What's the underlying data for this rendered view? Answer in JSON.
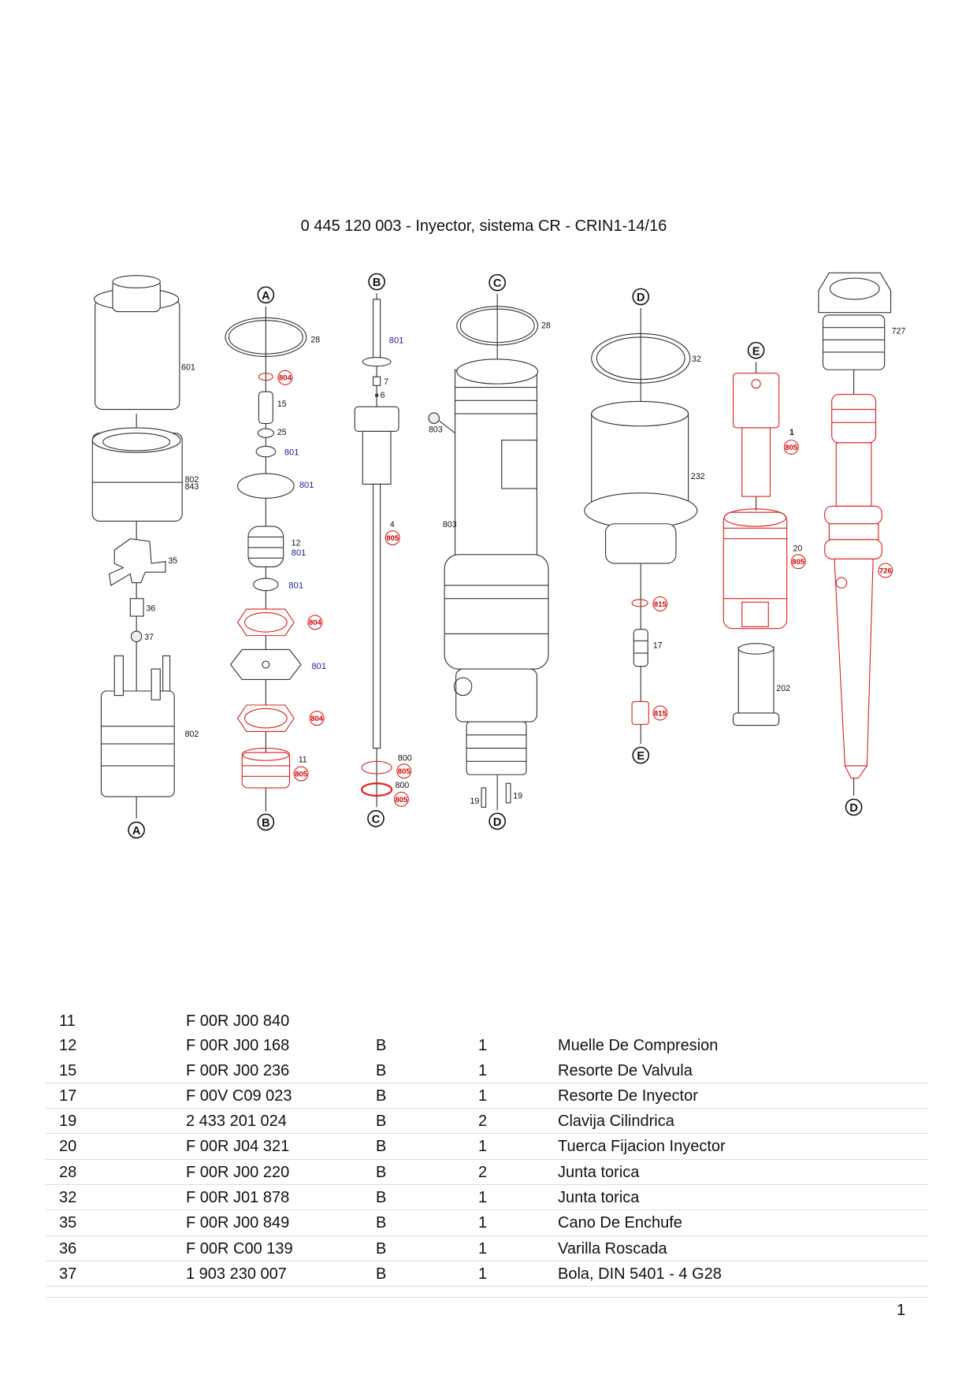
{
  "title": "0 445 120 003 - Inyector, sistema CR - CRIN1-14/16",
  "diagram": {
    "letters": [
      "A",
      "B",
      "C",
      "D",
      "E",
      "A",
      "B",
      "C",
      "D",
      "E",
      "D"
    ],
    "labels": [
      "601",
      "802",
      "843",
      "35",
      "36",
      "37",
      "802",
      "28",
      "15",
      "25",
      "12",
      "11",
      "7",
      "6",
      "4",
      "800",
      "800",
      "803",
      "803",
      "28",
      "19",
      "19",
      "32",
      "232",
      "17",
      "202",
      "1",
      "20",
      "727"
    ],
    "blue": [
      "801",
      "801",
      "801",
      "801",
      "801",
      "801"
    ],
    "red": [
      "804",
      "804",
      "804",
      "805",
      "805",
      "805",
      "805",
      "815",
      "815",
      "805",
      "805",
      "726"
    ],
    "colors": {
      "line": "#333333",
      "highlight": "#e02020",
      "blue_label": "#1a1aa8"
    }
  },
  "parts_table": {
    "rows": [
      {
        "pos": "11",
        "part": "F 00R J00 840",
        "code": "",
        "qty": "",
        "desc": ""
      },
      {
        "pos": "12",
        "part": "F 00R J00 168",
        "code": "B",
        "qty": "1",
        "desc": "Muelle De Compresion"
      },
      {
        "pos": "15",
        "part": "F 00R J00 236",
        "code": "B",
        "qty": "1",
        "desc": "Resorte De Valvula"
      },
      {
        "pos": "17",
        "part": "F 00V C09 023",
        "code": "B",
        "qty": "1",
        "desc": "Resorte De Inyector"
      },
      {
        "pos": "19",
        "part": "2 433 201 024",
        "code": "B",
        "qty": "2",
        "desc": "Clavija Cilindrica"
      },
      {
        "pos": "20",
        "part": "F 00R J04 321",
        "code": "B",
        "qty": "1",
        "desc": "Tuerca Fijacion Inyector"
      },
      {
        "pos": "28",
        "part": "F 00R J00 220",
        "code": "B",
        "qty": "2",
        "desc": "Junta torica"
      },
      {
        "pos": "32",
        "part": "F 00R J01 878",
        "code": "B",
        "qty": "1",
        "desc": "Junta torica"
      },
      {
        "pos": "35",
        "part": "F 00R J00 849",
        "code": "B",
        "qty": "1",
        "desc": "Cano De Enchufe"
      },
      {
        "pos": "36",
        "part": "F 00R C00 139",
        "code": "B",
        "qty": "1",
        "desc": "Varilla Roscada"
      },
      {
        "pos": "37",
        "part": "1 903 230 007",
        "code": "B",
        "qty": "1",
        "desc": "Bola,   DIN 5401 - 4 G28"
      }
    ]
  },
  "page_number": "1"
}
